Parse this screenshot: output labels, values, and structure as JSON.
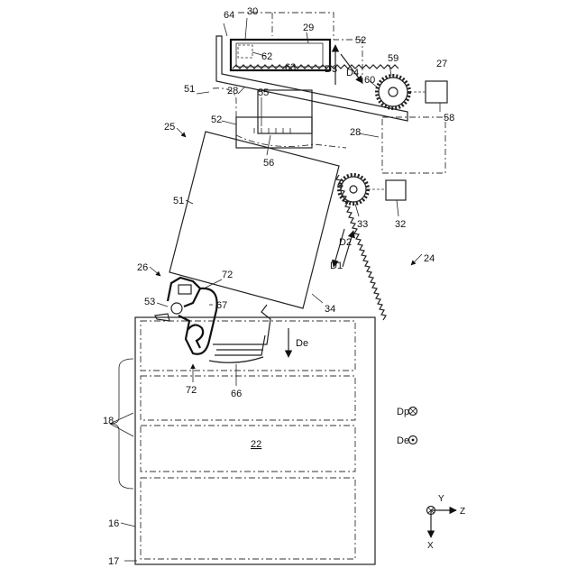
{
  "labels": {
    "l16": "16",
    "l17": "17",
    "l18": "18",
    "l22": "22",
    "l24": "24",
    "l25": "25",
    "l26": "26",
    "l27": "27",
    "l28a": "28",
    "l28b": "28",
    "l29": "29",
    "l30": "30",
    "l32": "32",
    "l33": "33",
    "l34": "34",
    "l51a": "51",
    "l51b": "51",
    "l52a": "52",
    "l52b": "52",
    "l53": "53",
    "l55": "55",
    "l56": "56",
    "l58": "58",
    "l59": "59",
    "l60": "60",
    "l62": "62",
    "l63": "63",
    "l64": "64",
    "l66": "66",
    "l67": "67",
    "l72a": "72",
    "l72b": "72",
    "d1": "D1",
    "d2": "D2",
    "d3": "D3",
    "d4": "D4",
    "de_arrow": "De",
    "de_legend": "De",
    "dp_legend": "Dp",
    "axis_x": "X",
    "axis_y": "Y",
    "axis_z": "Z"
  },
  "icons": {
    "out_of_page": "circle-dot-icon",
    "into_page": "circle-cross-icon"
  }
}
